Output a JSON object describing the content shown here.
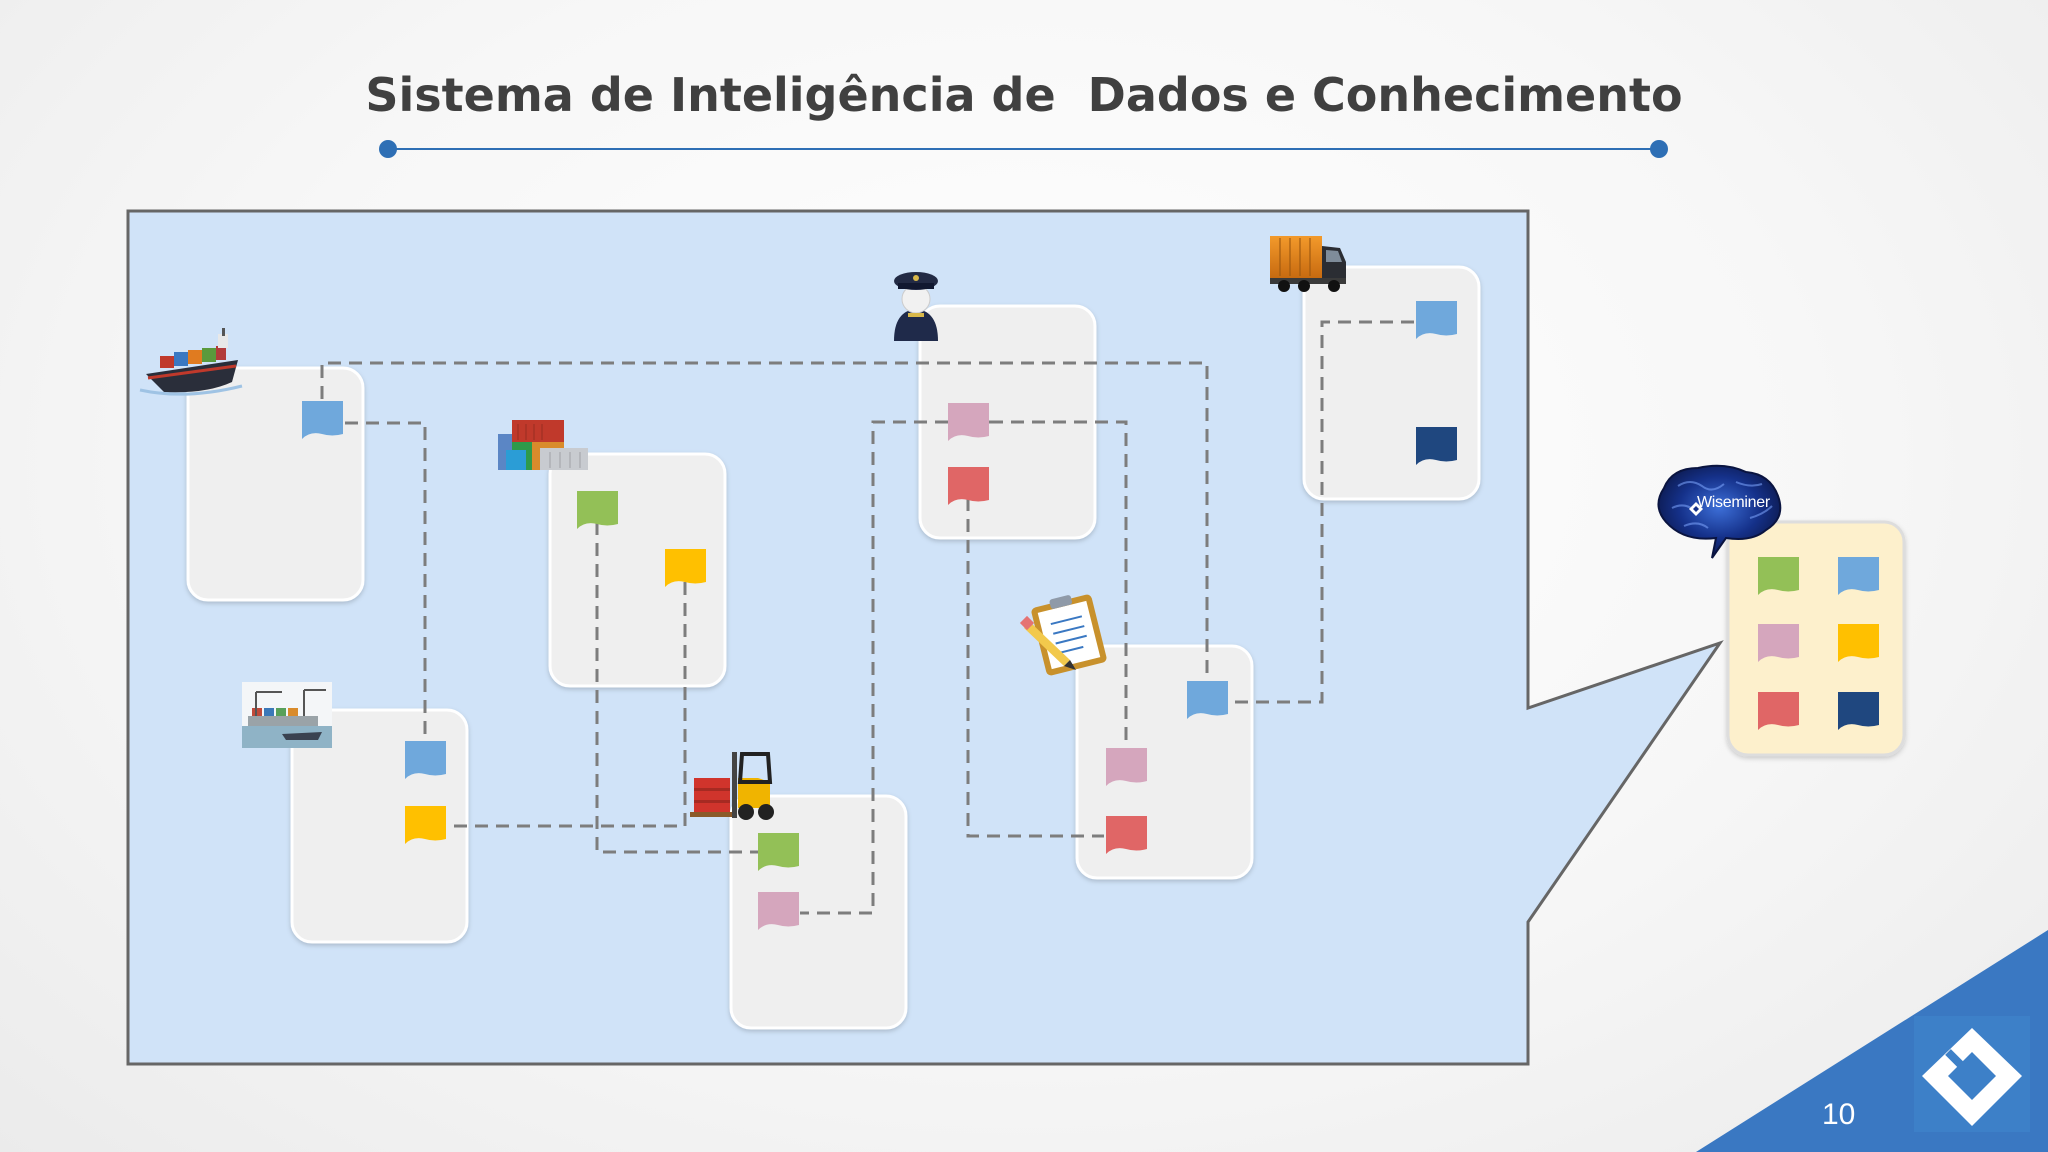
{
  "slide": {
    "title": "Sistema de Inteligência de  Dados e Conhecimento",
    "page_number": "10",
    "brain_label": "Wiseminer"
  },
  "colors": {
    "panel_bg": "#d0e3f8",
    "card_bg": "#efefef",
    "result_card_bg": "#fdf0cc",
    "accent_blue": "#2e6fb5",
    "doc_blue": "#6fa8dc",
    "doc_green": "#93c057",
    "doc_yellow": "#ffc000",
    "doc_pink": "#d5a6bd",
    "doc_red": "#e06666",
    "doc_navy": "#1f477f"
  },
  "sources": [
    {
      "id": "ship",
      "icon": "cargo-ship-icon",
      "docs": [
        "doc_blue"
      ]
    },
    {
      "id": "containers",
      "icon": "shipping-containers-icon",
      "docs": [
        "doc_green",
        "doc_yellow"
      ]
    },
    {
      "id": "customs",
      "icon": "customs-officer-icon",
      "docs": [
        "doc_pink",
        "doc_red"
      ]
    },
    {
      "id": "truck",
      "icon": "truck-icon",
      "docs": [
        "doc_blue",
        "doc_navy"
      ]
    },
    {
      "id": "port",
      "icon": "port-terminal-icon",
      "docs": [
        "doc_blue",
        "doc_yellow"
      ]
    },
    {
      "id": "forklift",
      "icon": "forklift-icon",
      "docs": [
        "doc_green",
        "doc_pink"
      ]
    },
    {
      "id": "checklist",
      "icon": "clipboard-checklist-icon",
      "docs": [
        "doc_blue",
        "doc_pink",
        "doc_red"
      ]
    }
  ],
  "result": {
    "icon": "brain-icon",
    "docs": [
      "doc_green",
      "doc_blue",
      "doc_pink",
      "doc_yellow",
      "doc_red",
      "doc_navy"
    ]
  },
  "logo": {
    "icon": "wiseminer-logo-icon"
  }
}
